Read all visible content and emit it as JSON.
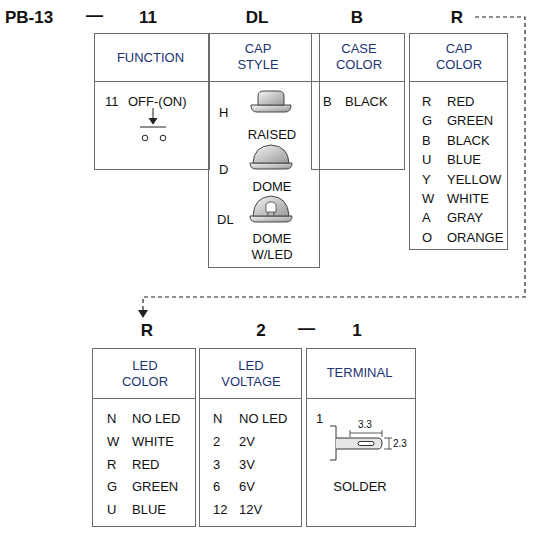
{
  "diagram": {
    "nodes": [
      {
        "text": [
          "FUNCTION",
          "11",
          "OFF-(ON)"
        ]
      },
      {
        "text": [
          "CAP STYLE",
          "H",
          "RAISED",
          "D",
          "DOME",
          "DL",
          "DOME W/LED"
        ]
      },
      {
        "text": [
          "CASE COLOR",
          "B",
          "BLACK"
        ]
      },
      {
        "text": [
          "CAP COLOR",
          "R",
          "RED",
          "G",
          "GREEN",
          "B",
          "BLACK",
          "U",
          "BLUE",
          "Y",
          "YELLOW",
          "W",
          "WHITE",
          "A",
          "GRAY",
          "O",
          "ORANGE"
        ]
      },
      {
        "text": [
          "LED COLOR",
          "N",
          "NO LED",
          "W",
          "WHITE",
          "R",
          "RED",
          "G",
          "GREEN",
          "U",
          "BLUE"
        ]
      },
      {
        "text": [
          "LED VOLTAGE",
          "N",
          "NO LED",
          "2",
          "2V",
          "3",
          "3V",
          "6",
          "6V",
          "12",
          "12V"
        ]
      },
      {
        "text": [
          "TERMINAL",
          "1",
          "3.3",
          "2.3",
          "SOLDER"
        ]
      }
    ],
    "labels": [
      "PB-13",
      "—",
      "11",
      "DL",
      "B",
      "R",
      "R",
      "2",
      "—",
      "1"
    ]
  }
}
